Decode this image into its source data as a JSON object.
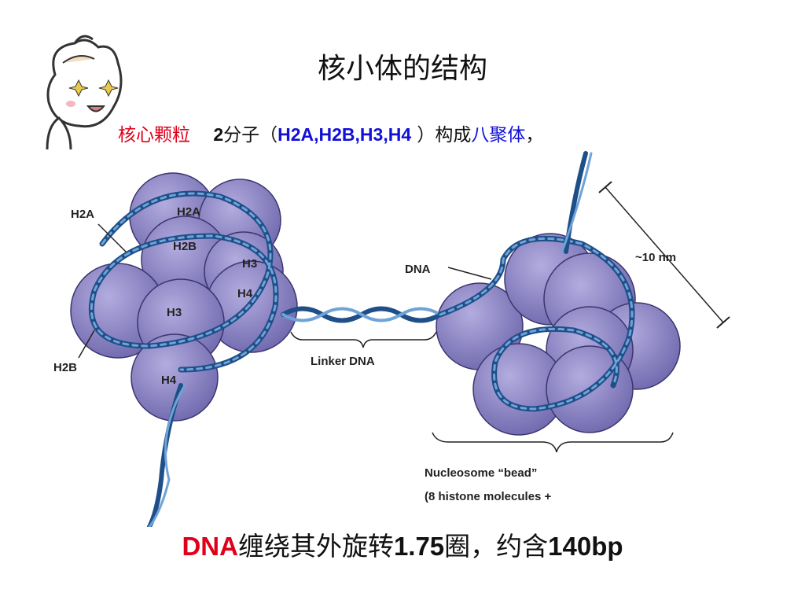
{
  "title": "核小体的结构",
  "subtitle": {
    "core_label": "核心颗粒",
    "count": "2",
    "molecules": "分子（",
    "histones": "H2A,H2B,H3,H4",
    "close": " ）构成",
    "octamer": "八聚体",
    "comma": "，"
  },
  "diagram": {
    "left_labels": [
      "H2A",
      "H2A",
      "H2B",
      "H3",
      "H4",
      "H3",
      "H2B",
      "H4"
    ],
    "dna_label": "DNA",
    "linker_label": "Linker DNA",
    "size_label": "~10 nm",
    "bead_label": "Nucleosome “bead”",
    "bead_sub": "(8 histone molecules +"
  },
  "bottom": {
    "dna": "DNA",
    "text1": "缠绕其外旋转",
    "turns": "1.75",
    "text2": "圈，约含",
    "bp": "140bp"
  },
  "colors": {
    "histone": "#8b84c6",
    "dna": "#2a5f9e",
    "accent_red": "#e0001b",
    "accent_blue": "#1010d8"
  }
}
